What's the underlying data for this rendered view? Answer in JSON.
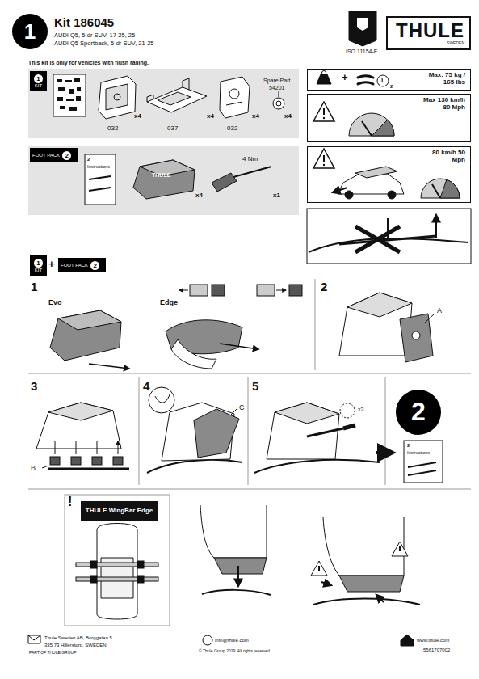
{
  "diagram": {
    "title": "Kit 186045",
    "nodes": [
      {
        "text": [
          "1"
        ]
      },
      {
        "text": [
          "THULE",
          "SWEDEN"
        ]
      },
      {
        "text": [
          "1",
          "KIT"
        ]
      },
      {
        "text": [
          "2",
          "FOOT PACK"
        ]
      },
      {
        "text": [
          "Max: 75 kg / 165 lbs"
        ]
      },
      {
        "text": [
          "Max 130 km/h 80 Mph"
        ]
      },
      {
        "text": [
          "80 km/h 50 Mph"
        ]
      },
      {
        "text": [
          "1",
          "KIT"
        ]
      },
      {
        "text": [
          "2",
          "FOOT PACK"
        ]
      },
      {
        "text": [
          "2"
        ]
      },
      {
        "text": [
          "THULE WingBar Edge"
        ]
      }
    ],
    "labels": [
      "AUDI Q5, 5-dr SUV, 17-25, 25-",
      "AUDI Q5 Sportback, 5-dr SUV, 21-25",
      "ISO 11154-E",
      "This kit is only for vehicles with flush railing.",
      "032",
      "x4",
      "037",
      "x4",
      "032",
      "x4",
      "Spare Part",
      "54201",
      "x4",
      "2",
      "Instructions",
      "THULE",
      "x4",
      "4 Nm",
      "x1",
      "+",
      "i",
      "2",
      "+",
      "1",
      "Evo",
      "Edge",
      "2",
      "A",
      "3",
      "B",
      "4",
      "C",
      "5",
      "x2",
      "2",
      "Instructions",
      "!",
      "Thule Sweden AB, Borggatan 5",
      "335 73 Hillerstorp, SWEDEN",
      "PART OF THULE GROUP",
      "info@thule.com",
      "© Thule Group 2019. All rights reserved.",
      "www.thule.com",
      "5561707002"
    ]
  }
}
